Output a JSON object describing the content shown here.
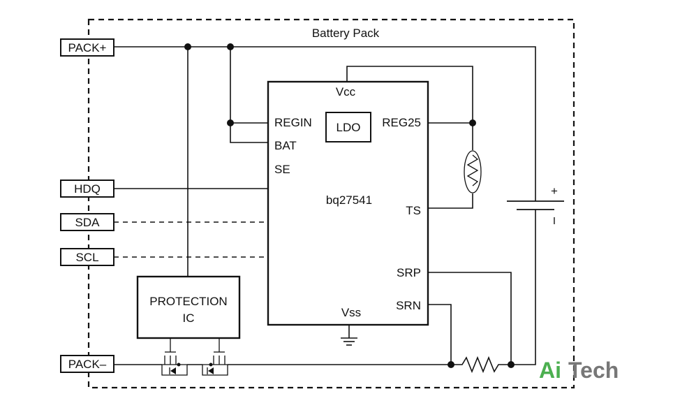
{
  "pack_title": "Battery Pack",
  "terminals": {
    "pack_plus": "PACK+",
    "hdq": "HDQ",
    "sda": "SDA",
    "scl": "SCL",
    "pack_minus": "PACK–"
  },
  "chip": {
    "name": "bq27541",
    "vcc": "Vcc",
    "vss": "Vss",
    "regin": "REGIN",
    "bat": "BAT",
    "se": "SE",
    "ldo": "LDO",
    "reg25": "REG25",
    "ts": "TS",
    "srp": "SRP",
    "srn": "SRN"
  },
  "protection_ic": {
    "line1": "PROTECTION",
    "line2": "IC"
  },
  "battery": {
    "plus": "+",
    "minus": "I"
  },
  "watermark": {
    "part1": "Ai",
    "part2": "Tech",
    "color_ai": "#4caf50",
    "color_tech": "#777777"
  }
}
